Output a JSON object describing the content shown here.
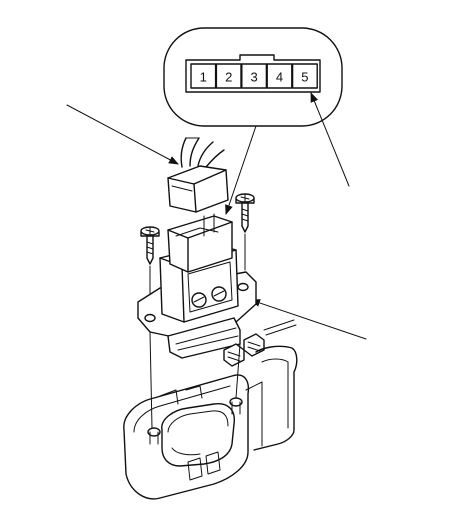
{
  "connector_terminals": [
    {
      "number": "1"
    },
    {
      "number": "2"
    },
    {
      "number": "3"
    },
    {
      "number": "4"
    },
    {
      "number": "5"
    }
  ],
  "colors": {
    "line": "#111111",
    "background": "#ffffff"
  }
}
